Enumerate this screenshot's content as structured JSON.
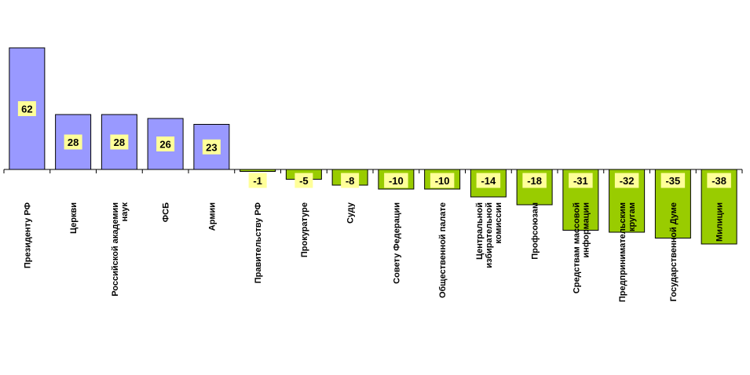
{
  "chart_data": {
    "type": "bar",
    "categories": [
      [
        "Президенту РФ"
      ],
      [
        "Церкви"
      ],
      [
        "Российской академии",
        "наук"
      ],
      [
        "ФСБ"
      ],
      [
        "Армии"
      ],
      [
        "Правительству РФ"
      ],
      [
        "Прокуратуре"
      ],
      [
        "Суду"
      ],
      [
        "Совету Федерации"
      ],
      [
        "Общественной палате"
      ],
      [
        "Центральной",
        "избирательной",
        "комиссии"
      ],
      [
        "Профсоюзам"
      ],
      [
        "Средствам массовой",
        "информации"
      ],
      [
        "Предпринимательским",
        "кругам"
      ],
      [
        "Государственной Думе"
      ],
      [
        "Милиции"
      ]
    ],
    "values": [
      62,
      28,
      28,
      26,
      23,
      -1,
      -5,
      -8,
      -10,
      -10,
      -14,
      -18,
      -31,
      -32,
      -35,
      -38
    ],
    "value_labels": [
      "62",
      "28",
      "28",
      "26",
      "23",
      "-1",
      "-5",
      "-8",
      "-10",
      "-10",
      "-14",
      "-18",
      "-31",
      "-32",
      "-35",
      "-38"
    ],
    "title": "",
    "xlabel": "",
    "ylabel": "",
    "ylim": [
      -60,
      72
    ],
    "grid": false,
    "legend": "none",
    "colors": {
      "positive": "#9999ff",
      "negative": "#99cc00",
      "label_box": "#ffff99",
      "border": "#000000",
      "background": "#ffffff"
    }
  }
}
